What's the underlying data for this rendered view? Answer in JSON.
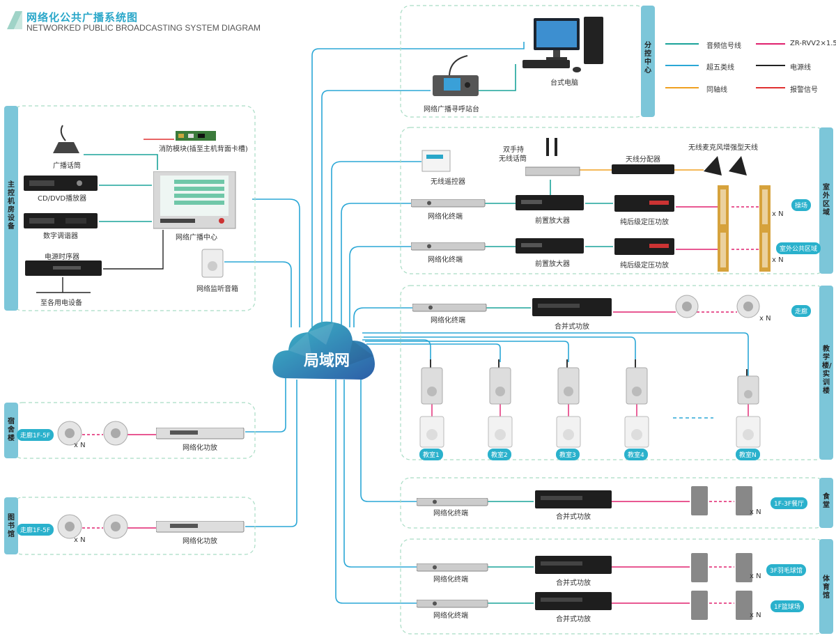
{
  "header": {
    "title_cn": "网络化公共广播系统图",
    "title_en": "NETWORKED PUBLIC BROADCASTING SYSTEM DIAGRAM"
  },
  "legend": [
    {
      "label": "音频信号线",
      "color": "#1aa39a"
    },
    {
      "label": "ZR-RVV2×1.5",
      "color": "#e0206e"
    },
    {
      "label": "超五类线",
      "color": "#2aa7d6"
    },
    {
      "label": "电源线",
      "color": "#222222"
    },
    {
      "label": "同轴线",
      "color": "#f0a020"
    },
    {
      "label": "报警信号",
      "color": "#e03030"
    }
  ],
  "center": {
    "label": "局域网"
  },
  "zones": {
    "sub_control": {
      "title": "分控中心",
      "desktop": "台式电脑",
      "paging": "网络广播寻呼站台"
    },
    "main_room": {
      "title": "主控机房设备",
      "mic": "广播话筒",
      "fire": "消防模块(插至主机背面卡槽)",
      "dvd": "CD/DVD播放器",
      "tuner": "数字调谐器",
      "center": "网络广播中心",
      "sequencer": "电源时序器",
      "to_equip": "至各用电设备",
      "monitor": "网络监听音箱"
    },
    "outdoor": {
      "title": "室外区域",
      "remote": "无线遥控器",
      "wireless_mic": "双手持无线话筒",
      "wireless_mic_l1": "双手持",
      "wireless_mic_l2": "无线话筒",
      "splitter": "天线分配器",
      "antenna": "无线麦克风增强型天线",
      "rows": [
        {
          "terminal": "网络化终端",
          "preamp": "前置放大器",
          "amp": "纯后级定压功放",
          "tag": "操场",
          "count": "x N"
        },
        {
          "terminal": "网络化终端",
          "preamp": "前置放大器",
          "amp": "纯后级定压功放",
          "tag": "室外公共区域",
          "count": "x N"
        }
      ]
    },
    "teaching": {
      "title": "教学楼/实训楼",
      "terminal": "网络化终端",
      "amp": "合并式功放",
      "tag": "走廊",
      "count": "x N",
      "classrooms": [
        "教室1",
        "教室2",
        "教室3",
        "教室4",
        "教室N"
      ]
    },
    "canteen": {
      "title": "食堂",
      "terminal": "网络化终端",
      "amp": "合并式功放",
      "tag": "1F-3F餐厅",
      "count": "x N"
    },
    "gym": {
      "title": "体育馆",
      "rows": [
        {
          "terminal": "网络化终端",
          "amp": "合并式功放",
          "tag": "3F羽毛球馆",
          "count": "x N"
        },
        {
          "terminal": "网络化终端",
          "amp": "合并式功放",
          "tag": "1F篮球场",
          "count": "x N"
        }
      ]
    },
    "dorm": {
      "title": "宿舍楼",
      "tag": "走廊1F-5F",
      "amp": "网络化功放",
      "count": "x N"
    },
    "library": {
      "title": "图书馆",
      "tag": "走廊1F-5F",
      "amp": "网络化功放",
      "count": "x N"
    }
  }
}
